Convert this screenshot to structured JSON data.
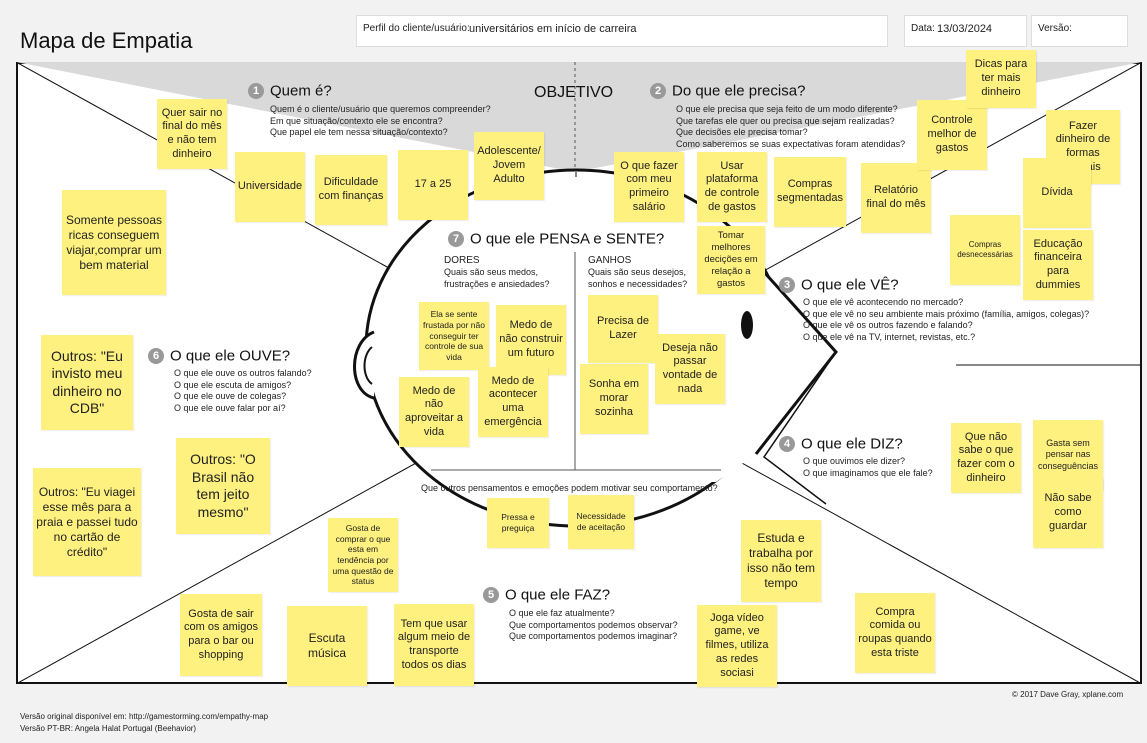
{
  "title": "Mapa de Empatia",
  "header": {
    "perfil_label": "Perfil do cliente/usuário:",
    "perfil_value": "universitários em início de carreira",
    "data_label": "Data:",
    "data_value": "13/03/2024",
    "versao_label": "Versão:"
  },
  "objetivo": "OBJETIVO",
  "sections": {
    "quem": {
      "num": "1",
      "title": "Quem é?",
      "questions": [
        "Quem é o cliente/usuário que queremos compreender?",
        "Em que situação/contexto ele se encontra?",
        "Que papel ele tem nessa situação/contexto?"
      ]
    },
    "precisa": {
      "num": "2",
      "title": "Do que ele precisa?",
      "questions": [
        "O que ele precisa que seja feito de um modo diferente?",
        "Que tarefas ele quer ou precisa que sejam realizadas?",
        "Que decisões ele precisa tomar?",
        "Como saberemos se suas expectativas foram atendidas?"
      ]
    },
    "ve": {
      "num": "3",
      "title": "O que ele VÊ?",
      "questions": [
        "O que ele vê acontecendo no mercado?",
        "O que ele vê no seu ambiente mais próximo (família, amigos, colegas)?",
        "O que ele vê os outros fazendo e falando?",
        "O que ele vê na TV, internet, revistas, etc.?"
      ]
    },
    "diz": {
      "num": "4",
      "title": "O que ele DIZ?",
      "questions": [
        "O que ouvimos ele dizer?",
        "O que imaginamos que ele fale?"
      ]
    },
    "faz": {
      "num": "5",
      "title": "O que ele FAZ?",
      "questions": [
        "O que ele faz atualmente?",
        "Que comportamentos podemos observar?",
        "Que comportamentos podemos imaginar?"
      ]
    },
    "ouve": {
      "num": "6",
      "title": "O que ele OUVE?",
      "questions": [
        "O que ele ouve os outros falando?",
        "O que ele escuta de amigos?",
        "O que ele ouve de colegas?",
        "O que ele ouve falar por aí?"
      ]
    },
    "pensa": {
      "num": "7",
      "title": "O que ele PENSA e SENTE?",
      "dores_title": "DORES",
      "dores_q": [
        "Quais são seus medos,",
        "frustrações e ansiedades?"
      ],
      "ganhos_title": "GANHOS",
      "ganhos_q": [
        "Quais são seus desejos,",
        "sonhos e necessidades?"
      ],
      "outros": "Que outros pensamentos e emoções podem motivar seu comportamento?"
    }
  },
  "notes": {
    "quem": [
      "Quer sair no final do mês e não tem dinheiro",
      "Universidade",
      "Dificuldade com finanças",
      "17 a 25",
      "Adolescente/ Jovem Adulto"
    ],
    "precisa": [
      "O que fazer com meu primeiro salário",
      "Usar plataforma de controle de gastos",
      "Compras segmentadas",
      "Relatório final do mês",
      "Controle melhor de gastos",
      "Dicas para ter mais dinheiro",
      "Tomar melhores decições em relação a gastos"
    ],
    "ve": [
      "Fazer dinheiro de formas imorais",
      "Dívida",
      "Compras desnecessárias",
      "Educação financeira para dummies"
    ],
    "left": [
      "Somente pessoas ricas conseguem viajar,comprar um bem material"
    ],
    "ouve": [
      "Outros: \"Eu invisto meu dinheiro no CDB\"",
      "Outros: \"O Brasil não tem jeito mesmo\"",
      "Outros: \"Eu viagei esse mês para a praia e passei tudo no cartão de crédito\""
    ],
    "dores": [
      "Ela se sente frustada por não conseguir ter controle de sua vida",
      "Medo de não construir um futuro",
      "Medo de não aproveitar a vida",
      "Medo de acontecer uma emergência"
    ],
    "ganhos": [
      "Precisa de Lazer",
      "Deseja não passar vontade de nada",
      "Sonha em morar sozinha"
    ],
    "outros": [
      "Pressa e preguiça",
      "Necessidade de aceitação"
    ],
    "diz": [
      "Que não sabe o que fazer com o dinheiro",
      "Gasta sem pensar nas conseguências",
      "Não sabe como guardar"
    ],
    "faz": [
      "Gosta de comprar o que esta em tendência por uma questão de status",
      "Gosta de sair com os amigos para o bar ou shopping",
      "Escuta música",
      "Tem que usar algum meio de transporte todos os dias",
      "Estuda e trabalha por isso não tem tempo",
      "Joga vídeo game, ve filmes, utiliza as redes sociasi",
      "Compra comida ou roupas quando esta triste"
    ]
  },
  "footer": {
    "copyright": "© 2017 Dave Gray, xplane.com",
    "original": "Versão original disponível em: http://gamestorming.com/empathy-map",
    "ptbr": "Versão PT-BR: Angela Halat Portugal (Beehavior)"
  },
  "colors": {
    "note": "#fef17f",
    "shade": "#d9d9d9",
    "badge": "#999999"
  }
}
